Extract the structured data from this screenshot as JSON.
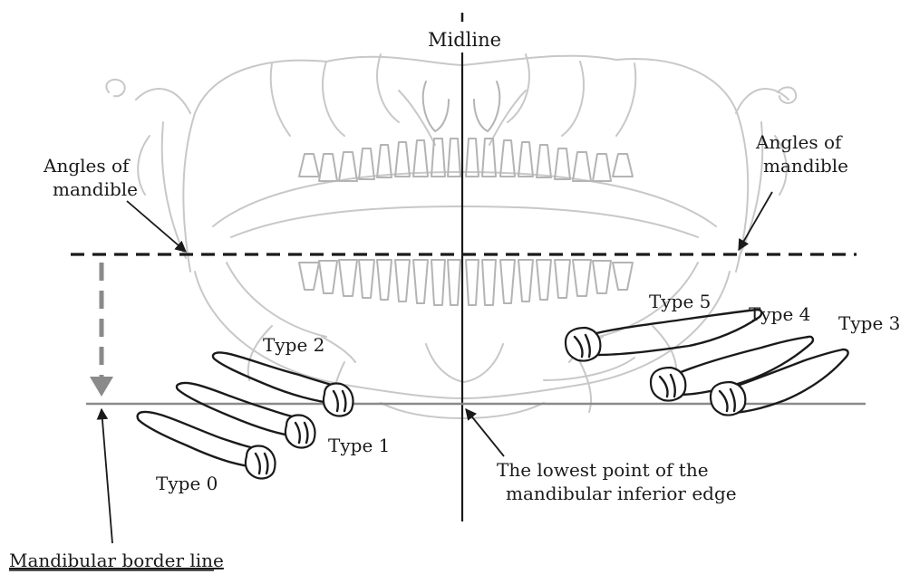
{
  "labels": {
    "midline": "Midline",
    "angles_left_line1": "Angles of",
    "angles_left_line2": "mandible",
    "angles_right_line1": "Angles of",
    "angles_right_line2": "mandible",
    "lowest_point_line1": "The lowest point of the",
    "lowest_point_line2": "mandibular inferior edge",
    "border_line": "Mandibular border line"
  },
  "types": [
    {
      "id": "type-0",
      "label": "Type 0"
    },
    {
      "id": "type-1",
      "label": "Type 1"
    },
    {
      "id": "type-2",
      "label": "Type 2"
    },
    {
      "id": "type-3",
      "label": "Type 3"
    },
    {
      "id": "type-4",
      "label": "Type 4"
    },
    {
      "id": "type-5",
      "label": "Type 5"
    }
  ],
  "colors": {
    "ink": "#1a1a1a",
    "sketch": "#c8c8c8",
    "border_line": "#8a8a8a",
    "arrow_dashed": "#8a8a8a"
  }
}
